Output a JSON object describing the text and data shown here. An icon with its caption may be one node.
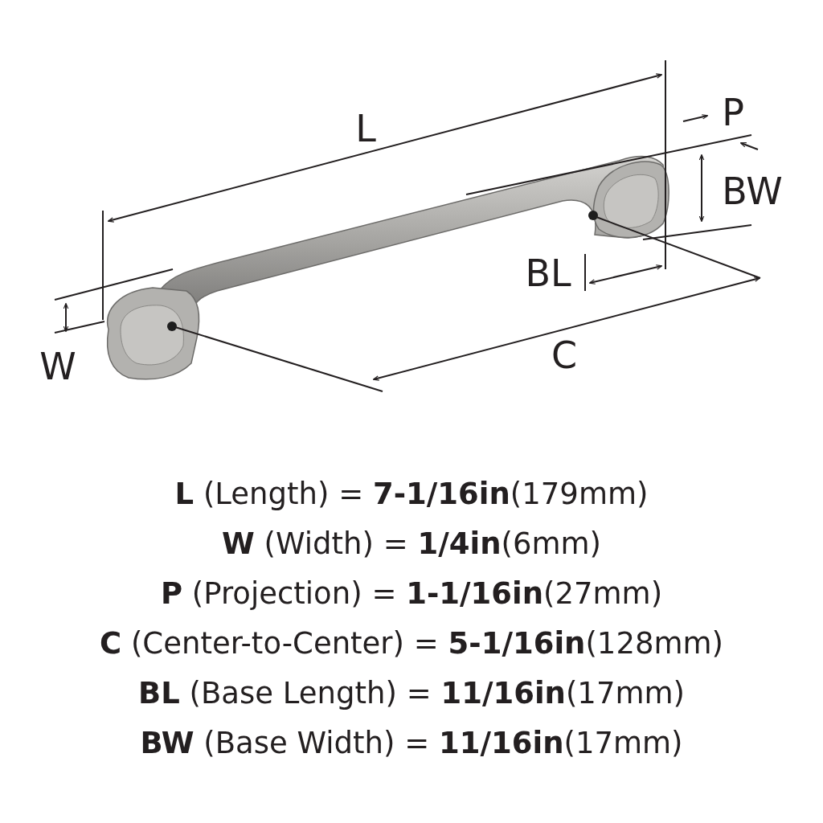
{
  "diagram": {
    "labels": [
      "L",
      "P",
      "BW",
      "BL",
      "W",
      "C",
      "**L** (Length) = **7-1/16in**(179mm)",
      "**W** (Width) = **1/4in**(6mm)",
      "**P** (Projection) = **1-1/16in**(27mm)",
      "**C** (Center-to-Center) = **5-1/16in**(128mm)",
      "**BL** (Base Length) = **11/16in**(17mm)",
      "**BW** (Base Width) = **11/16in**(17mm)"
    ]
  }
}
